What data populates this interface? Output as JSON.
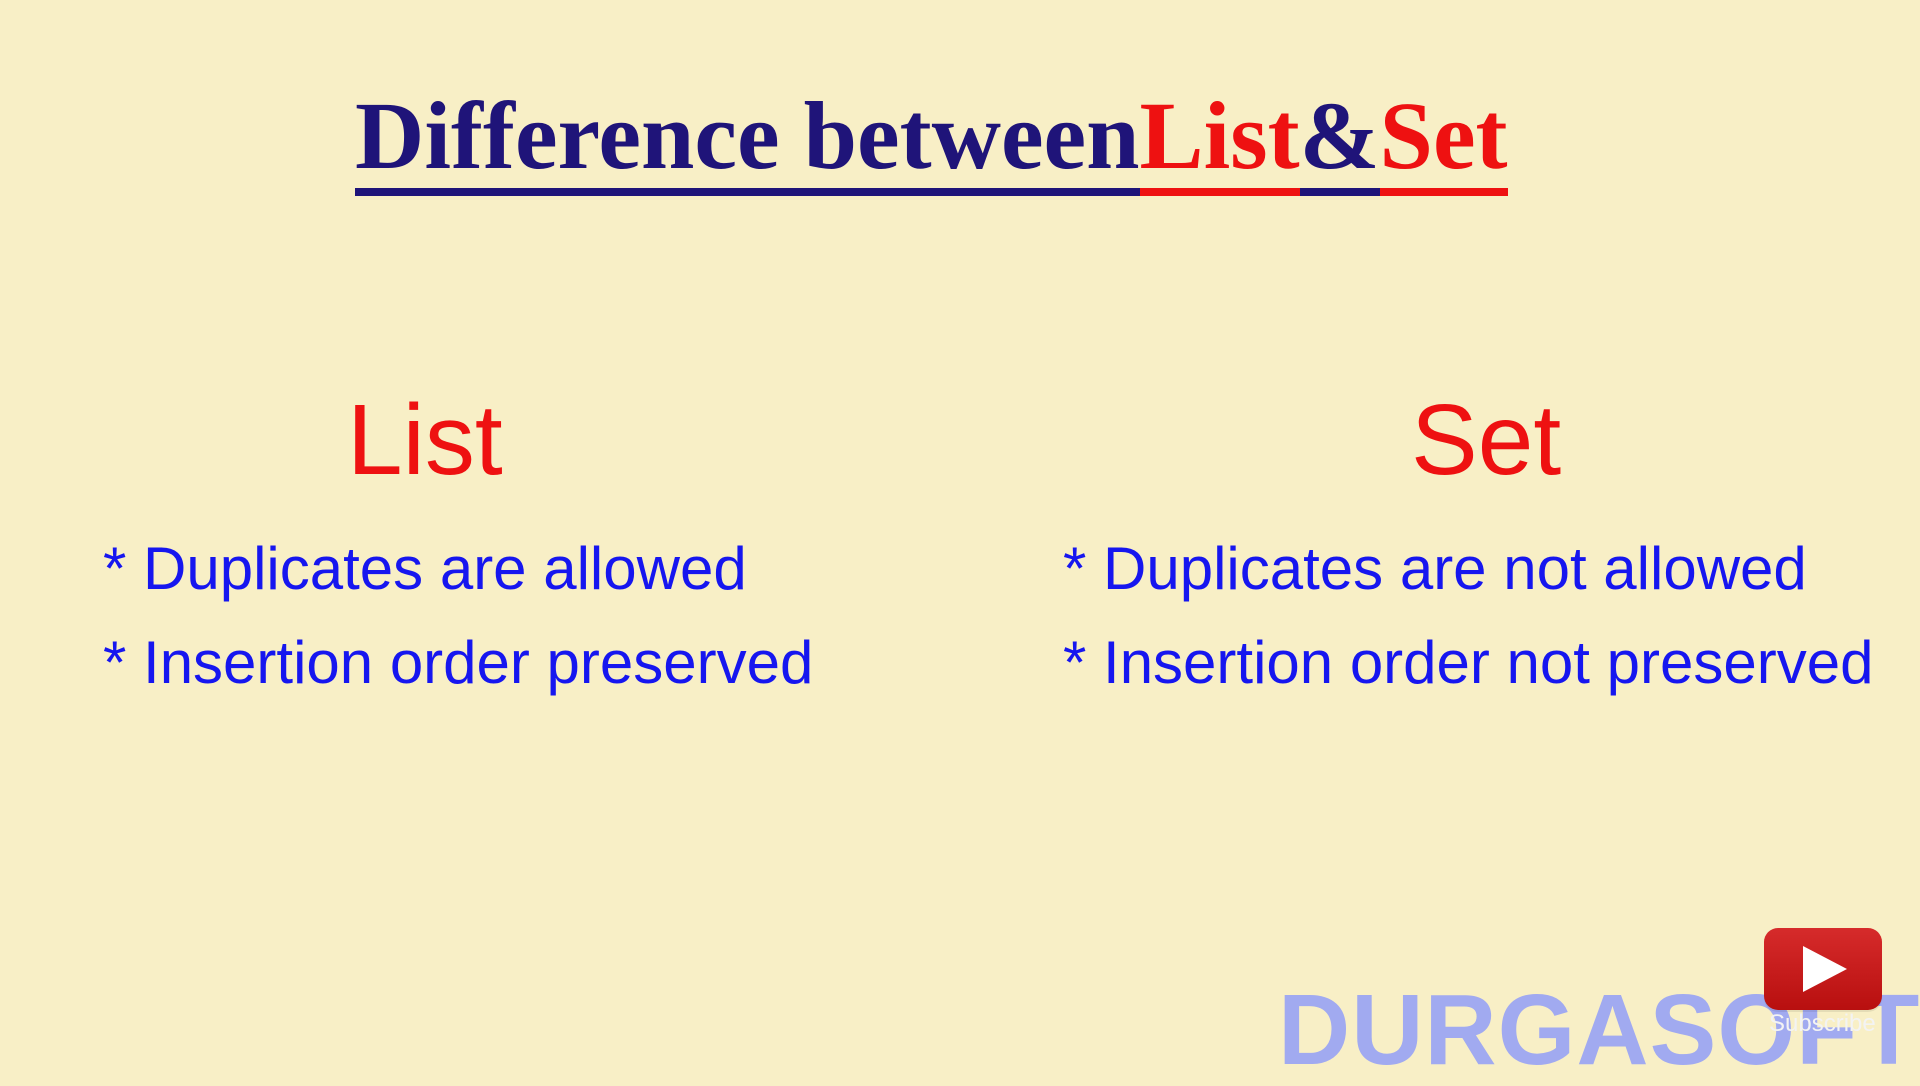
{
  "title": {
    "part1": "Difference between ",
    "part2": "List",
    "part3": " & ",
    "part4": "Set"
  },
  "columns": {
    "left": {
      "heading": "List",
      "items": [
        "* Duplicates are allowed",
        "* Insertion order preserved"
      ]
    },
    "right": {
      "heading": "Set",
      "items": [
        "* Duplicates are not allowed",
        "* Insertion order not preserved"
      ]
    }
  },
  "watermark": {
    "text": "DURGASOFT"
  },
  "subscribe": {
    "label": "Subscribe",
    "icon": "play-icon"
  },
  "colors": {
    "background": "#f8efc6",
    "title_dark": "#1f1479",
    "accent_red": "#ee1111",
    "body_blue": "#1616ef",
    "watermark_blue": "#9aa5f4"
  }
}
